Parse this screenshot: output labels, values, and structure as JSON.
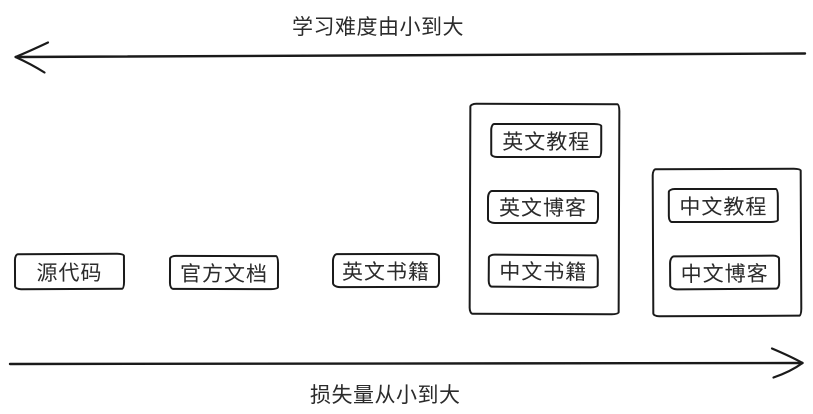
{
  "diagram": {
    "background": "#ffffff",
    "stroke_color": "#1a1a1a",
    "text_color": "#2b2b2b",
    "top_arrow": {
      "label": "学习难度由小到大",
      "direction": "left"
    },
    "bottom_arrow": {
      "label": "损失量从小到大",
      "direction": "right"
    },
    "standalone_boxes": [
      {
        "label": "源代码"
      },
      {
        "label": "官方文档"
      },
      {
        "label": "英文书籍"
      }
    ],
    "groups": [
      {
        "name": "english-resources-group",
        "boxes": [
          {
            "label": "英文教程"
          },
          {
            "label": "英文博客"
          },
          {
            "label": "中文书籍"
          }
        ]
      },
      {
        "name": "chinese-resources-group",
        "boxes": [
          {
            "label": "中文教程"
          },
          {
            "label": "中文博客"
          }
        ]
      }
    ]
  }
}
